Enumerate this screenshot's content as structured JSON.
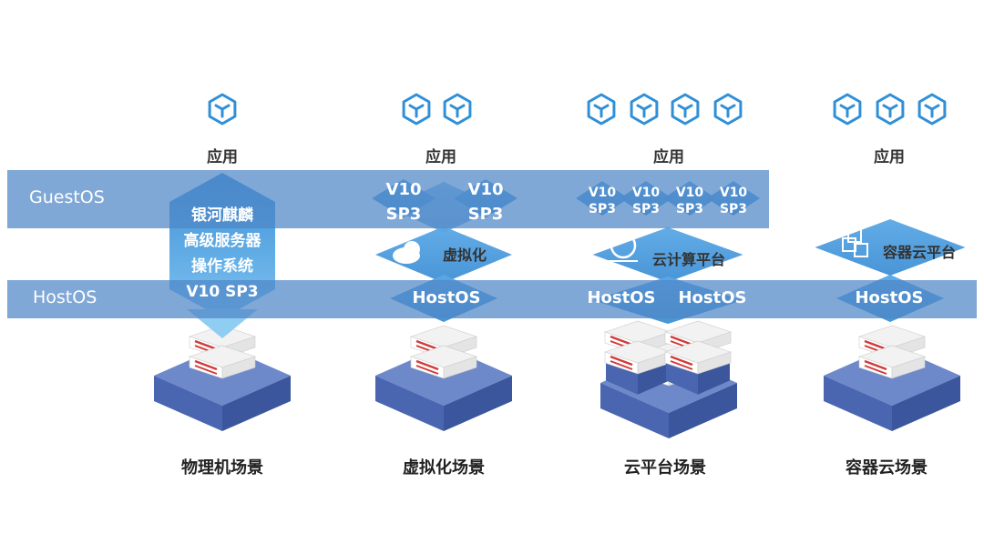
{
  "bands": {
    "guest": "GuestOS",
    "host": "HostOS"
  },
  "app_label": "应用",
  "columns": [
    {
      "caption": "物理机场景",
      "app_count": 1,
      "os_lines": [
        "银河麒麟",
        "高级服务器",
        "操作系统",
        "V10 SP3"
      ]
    },
    {
      "caption": "虚拟化场景",
      "app_count": 2,
      "guest_labels": [
        "V10\nSP3",
        "V10\nSP3"
      ],
      "mid_label": "虚拟化",
      "host_labels": [
        "HostOS"
      ]
    },
    {
      "caption": "云平台场景",
      "app_count": 4,
      "guest_labels": [
        "V10\nSP3",
        "V10\nSP3",
        "V10\nSP3",
        "V10\nSP3"
      ],
      "mid_label": "云计算平台",
      "host_labels": [
        "HostOS",
        "HostOS"
      ]
    },
    {
      "caption": "容器云场景",
      "app_count": 3,
      "mid_label": "容器云平台",
      "host_labels": [
        "HostOS"
      ]
    }
  ],
  "colors": {
    "band": "#4f86c6",
    "diamond": "#5fb0e8",
    "server_top": "#6e89c9",
    "server_side": "#4a66b0",
    "accent_red": "#d23b3b"
  }
}
